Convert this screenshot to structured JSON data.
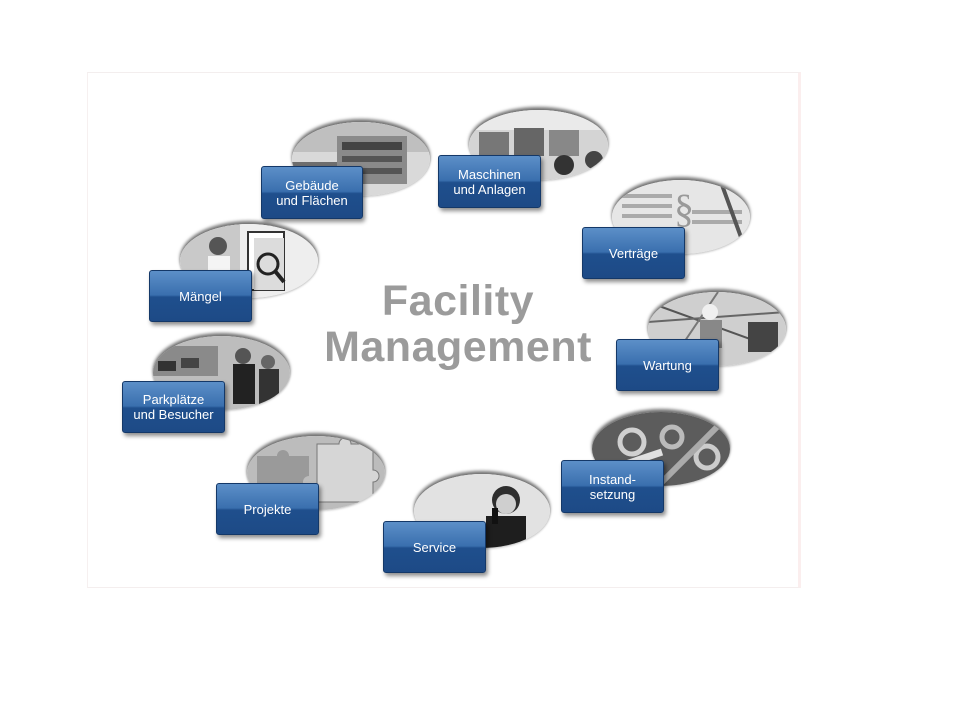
{
  "center": {
    "line1": "Facility",
    "line2": "Management"
  },
  "topics": [
    {
      "id": "gebaeude",
      "label": "Gebäude\nund Flächen"
    },
    {
      "id": "maschinen",
      "label": "Maschinen\nund Anlagen"
    },
    {
      "id": "vertraege",
      "label": "Verträge"
    },
    {
      "id": "maengel",
      "label": "Mängel"
    },
    {
      "id": "wartung",
      "label": "Wartung"
    },
    {
      "id": "parkplaetze",
      "label": "Parkplätze\nund Besucher"
    },
    {
      "id": "instand",
      "label": "Instand-\nsetzung"
    },
    {
      "id": "projekte",
      "label": "Projekte"
    },
    {
      "id": "service",
      "label": "Service"
    }
  ],
  "colors": {
    "button_top": "#5c8fc8",
    "button_bottom": "#1d4a86",
    "title": "#9b9b9b"
  },
  "icons": [
    "building-photo",
    "construction-machines-photo",
    "contract-documents-photo",
    "magnifier-inspection-photo",
    "technician-photo",
    "parking-people-photo",
    "tools-wrench-photo",
    "puzzle-photo",
    "call-center-photo"
  ]
}
